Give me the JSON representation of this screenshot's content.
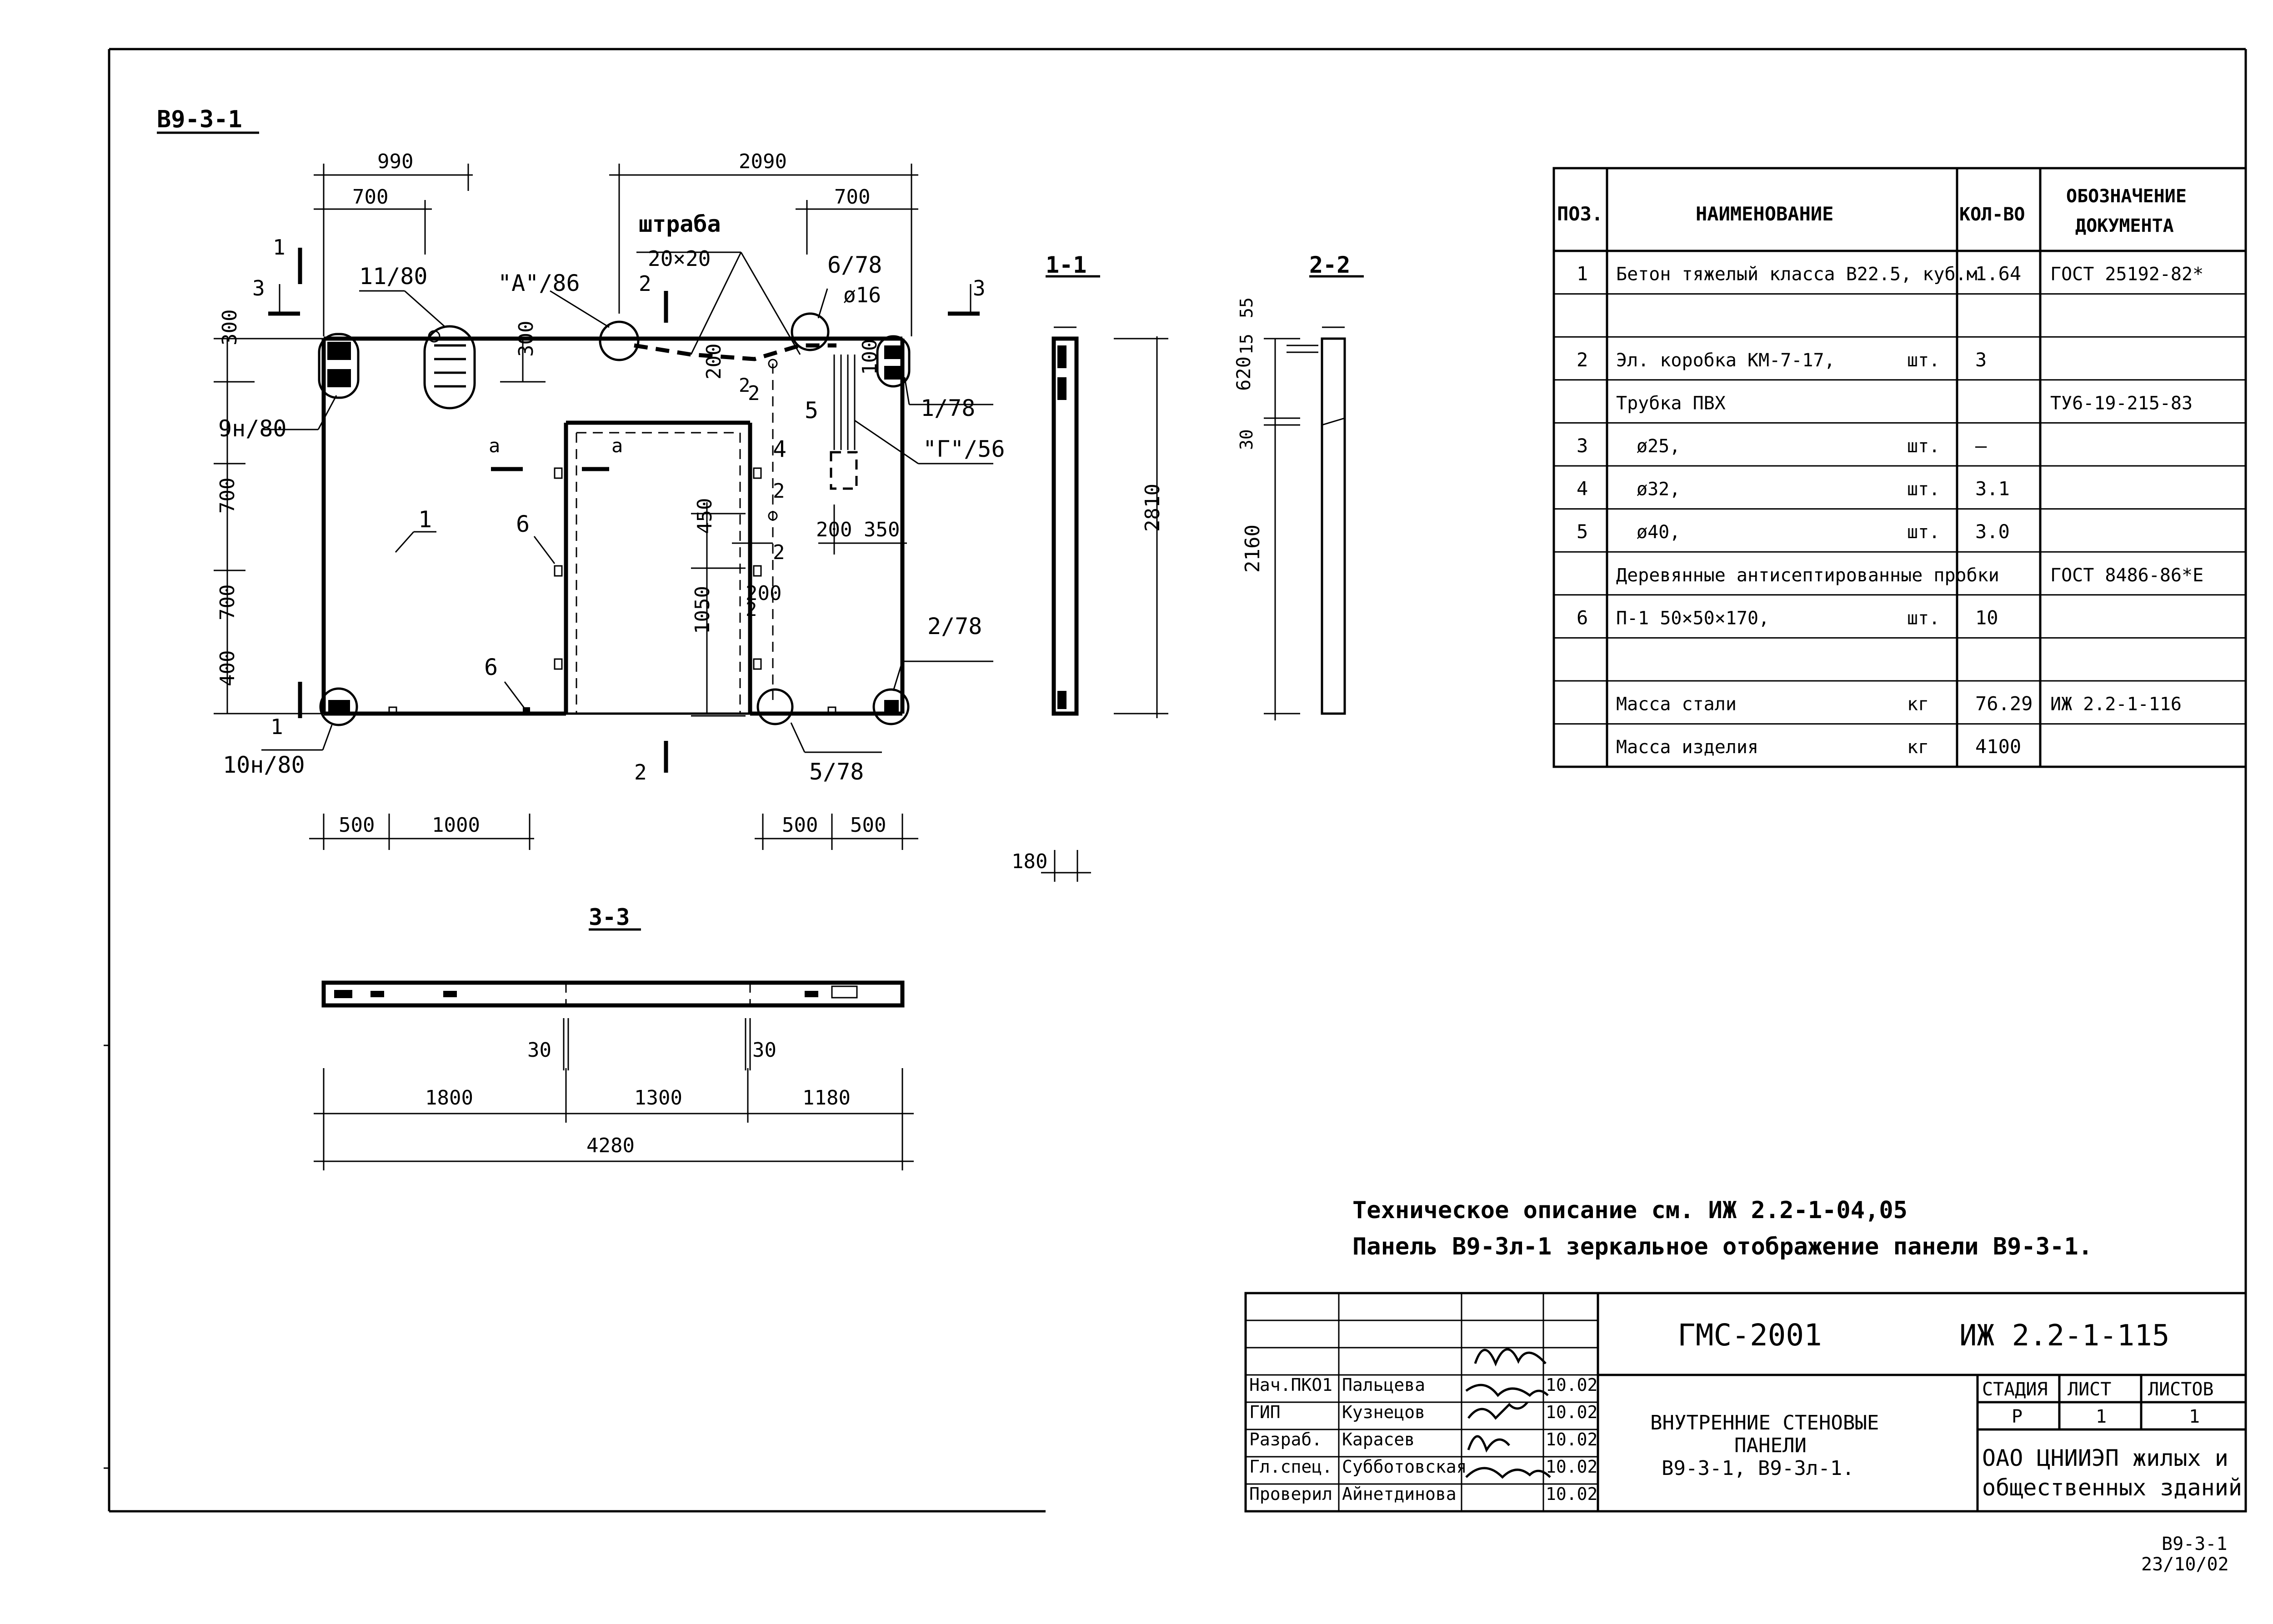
{
  "sheet_label": "В9-3-1",
  "detail": {
    "dims_top": [
      "990",
      "700",
      "2090",
      "700"
    ],
    "shtraba": "штраба",
    "shtraba_size": "20×20",
    "callouts": [
      "11/80",
      "\"А\"/86",
      "6/78",
      "ø16",
      "1/78",
      "9н/80",
      "\"Г\"/56",
      "2/78",
      "10н/80",
      "5/78"
    ],
    "section_marks": [
      "1",
      "3",
      "2",
      "2",
      "3",
      "1",
      "2",
      "2",
      "а",
      "а"
    ],
    "pos_labels": [
      "1",
      "6",
      "6",
      "4",
      "5"
    ],
    "dims_left": [
      "300",
      "700",
      "700",
      "400"
    ],
    "dims_inner": [
      "300",
      "200",
      "2",
      "100",
      "450",
      "1050",
      "2",
      "2",
      "200",
      "200",
      "350"
    ],
    "dims_bottom": [
      "500",
      "1000",
      "500",
      "500"
    ]
  },
  "section_1_1": {
    "title": "1-1",
    "dim": "2810",
    "thickness": "180"
  },
  "section_2_2": {
    "title": "2-2",
    "dims": [
      "55",
      "15",
      "620",
      "30",
      "2160"
    ]
  },
  "section_3_3": {
    "title": "3-3",
    "dims": [
      "30",
      "30",
      "1800",
      "1300",
      "1180",
      "4280"
    ]
  },
  "spec_table": {
    "headers": [
      "ПОЗ.",
      "НАИМЕНОВАНИЕ",
      "КОЛ-ВО",
      "ОБОЗНАЧЕНИЕ ДОКУМЕНТА"
    ],
    "rows": [
      {
        "pos": "1",
        "name": "Бетон тяжелый класса В22.5, куб.м",
        "unit": "",
        "qty": "1.64",
        "doc": "ГОСТ 25192-82*"
      },
      {
        "pos": "",
        "name": "",
        "unit": "",
        "qty": "",
        "doc": ""
      },
      {
        "pos": "2",
        "name": "Эл. коробка КМ-7-17,",
        "unit": "шт.",
        "qty": "3",
        "doc": ""
      },
      {
        "pos": "",
        "name": "Трубка ПВХ",
        "unit": "",
        "qty": "",
        "doc": "ТУ6-19-215-83"
      },
      {
        "pos": "3",
        "name": "ø25,",
        "unit": "шт.",
        "qty": "–",
        "doc": ""
      },
      {
        "pos": "4",
        "name": "ø32,",
        "unit": "шт.",
        "qty": "3.1",
        "doc": ""
      },
      {
        "pos": "5",
        "name": "ø40,",
        "unit": "шт.",
        "qty": "3.0",
        "doc": ""
      },
      {
        "pos": "",
        "name": "Деревянные антисептированные пробки",
        "unit": "",
        "qty": "",
        "doc": "ГОСТ 8486-86*Е"
      },
      {
        "pos": "6",
        "name": "П-1   50×50×170,",
        "unit": "шт.",
        "qty": "10",
        "doc": ""
      },
      {
        "pos": "",
        "name": "",
        "unit": "",
        "qty": "",
        "doc": ""
      },
      {
        "pos": "",
        "name": "Масса стали",
        "unit": "кг",
        "qty": "76.29",
        "doc": "ИЖ 2.2-1-116"
      },
      {
        "pos": "",
        "name": "Масса изделия",
        "unit": "кг",
        "qty": "4100",
        "doc": ""
      }
    ]
  },
  "notes": [
    "Техническое описание  см. ИЖ 2.2-1-04,05",
    "Панель В9-3л-1 зеркальное отображение панели В9-3-1."
  ],
  "title_block": {
    "project": "ГМС-2001",
    "doc_code": "ИЖ 2.2-1-115",
    "title_lines": [
      "ВНУТРЕННИЕ СТЕНОВЫЕ",
      "ПАНЕЛИ",
      "В9-3-1,  В9-3л-1."
    ],
    "stage_headers": [
      "СТАДИЯ",
      "ЛИСТ",
      "ЛИСТОВ"
    ],
    "stage_values": [
      "Р",
      "1",
      "1"
    ],
    "org_lines": [
      "ОАО ЦНИИЭП жилых и",
      "общественных зданий"
    ],
    "staff": [
      {
        "role": "Нач.ПКО1",
        "name": "Пальцева",
        "date": "10.02"
      },
      {
        "role": "ГИП",
        "name": "Кузнецов",
        "date": "10.02"
      },
      {
        "role": "Разраб.",
        "name": "Карасев",
        "date": "10.02"
      },
      {
        "role": "Гл.спец.",
        "name": "Субботовская",
        "date": "10.02"
      },
      {
        "role": "Проверил",
        "name": "Айнетдинова",
        "date": "10.02"
      }
    ]
  },
  "corner_stamp": [
    "В9-3-1",
    "23/10/02"
  ]
}
